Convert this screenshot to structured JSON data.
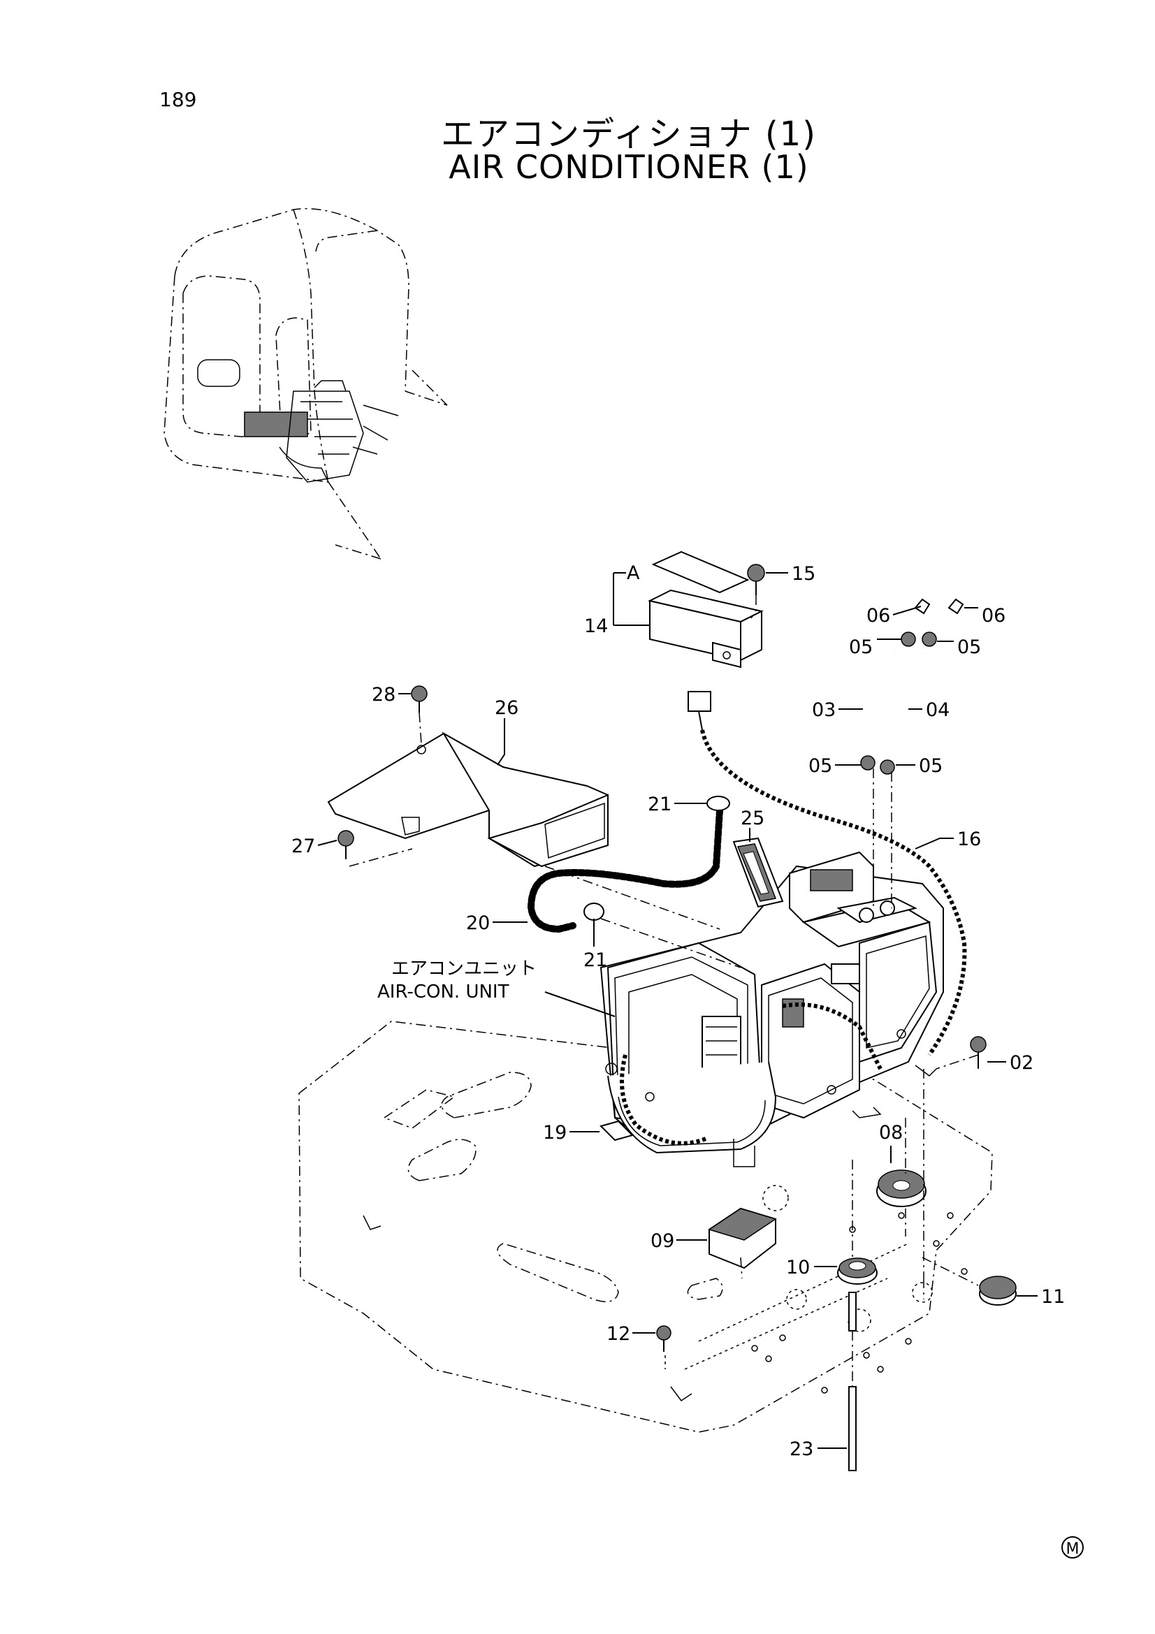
{
  "page": {
    "number": "189"
  },
  "title": {
    "japanese": "エアコンディショナ (1)",
    "english": "AIR CONDITIONER (1)"
  },
  "unit_label": {
    "japanese": "エアコンユニット",
    "english": "AIR-CON. UNIT"
  },
  "callouts": [
    {
      "id": "c15",
      "text": "15"
    },
    {
      "id": "cA",
      "text": "A"
    },
    {
      "id": "c14",
      "text": "14"
    },
    {
      "id": "c06a",
      "text": "06"
    },
    {
      "id": "c06b",
      "text": "06"
    },
    {
      "id": "c05a",
      "text": "05"
    },
    {
      "id": "c05b",
      "text": "05"
    },
    {
      "id": "c03",
      "text": "03"
    },
    {
      "id": "c04",
      "text": "04"
    },
    {
      "id": "c05c",
      "text": "05"
    },
    {
      "id": "c05d",
      "text": "05"
    },
    {
      "id": "c28",
      "text": "28"
    },
    {
      "id": "c26",
      "text": "26"
    },
    {
      "id": "c21a",
      "text": "21"
    },
    {
      "id": "c25",
      "text": "25"
    },
    {
      "id": "c16",
      "text": "16"
    },
    {
      "id": "c27",
      "text": "27"
    },
    {
      "id": "c20",
      "text": "20"
    },
    {
      "id": "c21b",
      "text": "21"
    },
    {
      "id": "c02",
      "text": "02"
    },
    {
      "id": "c19",
      "text": "19"
    },
    {
      "id": "c08",
      "text": "08"
    },
    {
      "id": "c09",
      "text": "09"
    },
    {
      "id": "c10",
      "text": "10"
    },
    {
      "id": "c11",
      "text": "11"
    },
    {
      "id": "c12",
      "text": "12"
    },
    {
      "id": "c23",
      "text": "23"
    }
  ],
  "mark": {
    "text": "M"
  }
}
